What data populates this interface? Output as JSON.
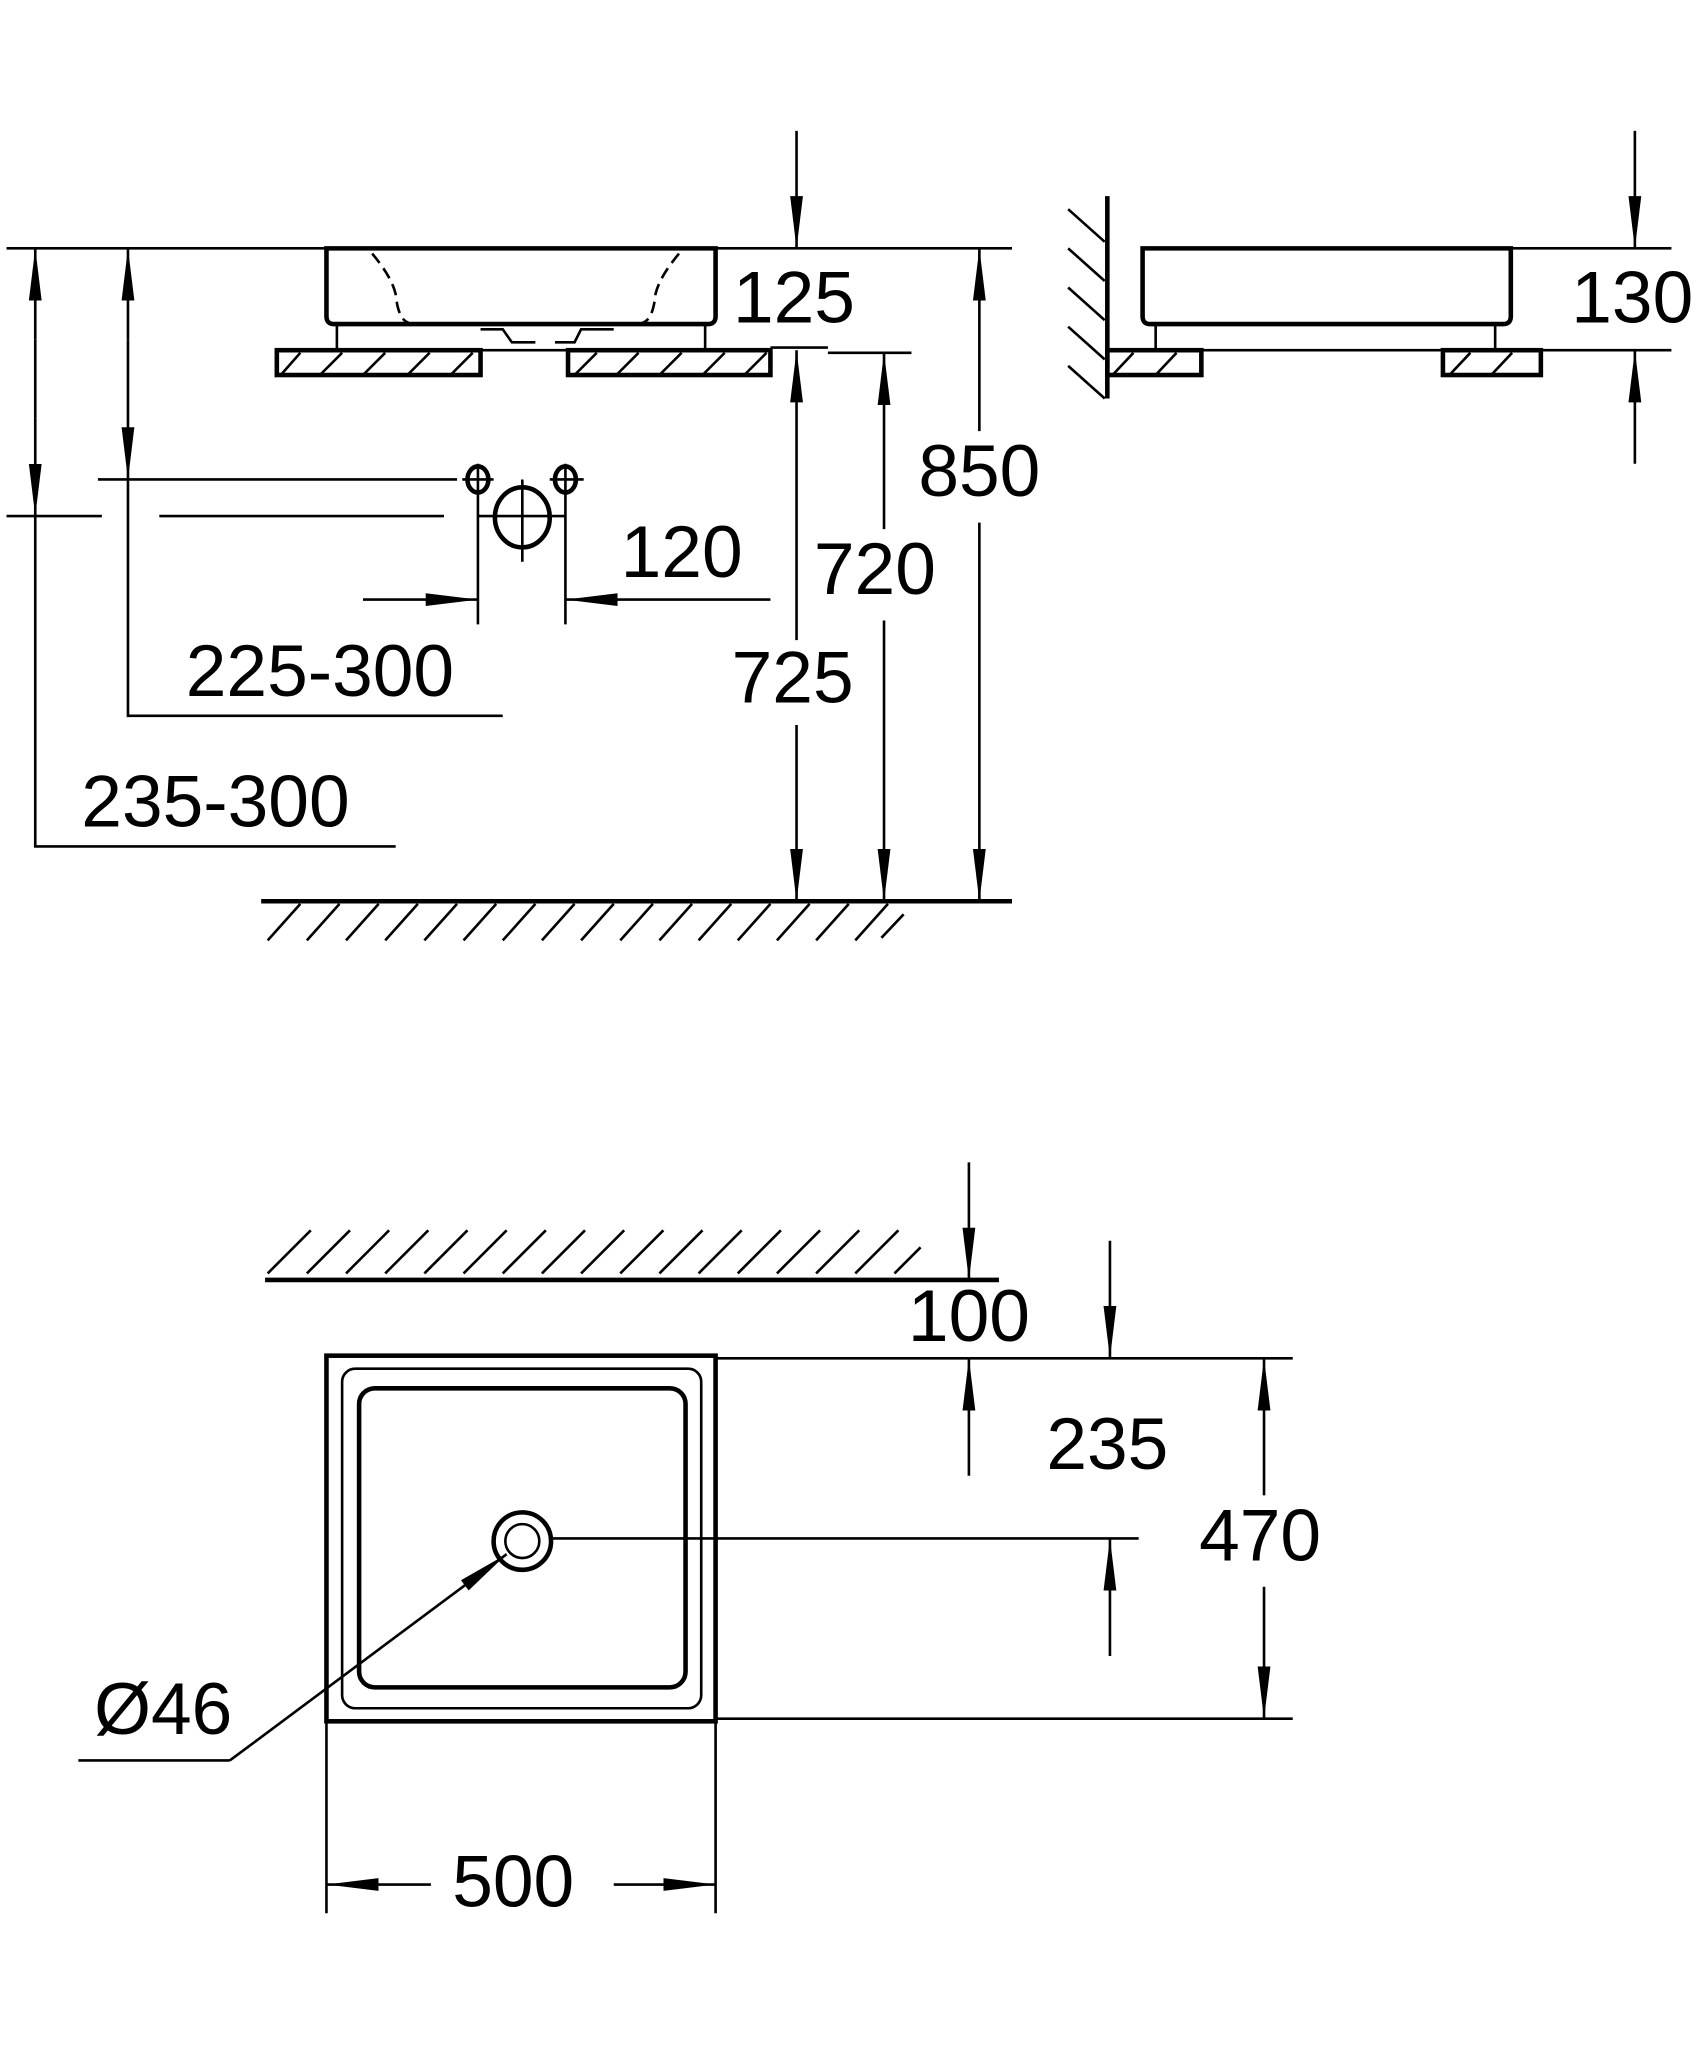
{
  "front_view": {
    "basin_height": "125",
    "tap_hole_spacing": "120",
    "height_725": "725",
    "height_720": "720",
    "height_850": "850",
    "waste_range_1": "225-300",
    "waste_range_2": "235-300"
  },
  "side_view": {
    "basin_height": "130"
  },
  "plan_view": {
    "wall_distance": "100",
    "drain_offset": "235",
    "depth": "470",
    "drain_diameter": "Ø46",
    "width": "500"
  },
  "colors": {
    "line": "#000000",
    "background": "#ffffff"
  }
}
